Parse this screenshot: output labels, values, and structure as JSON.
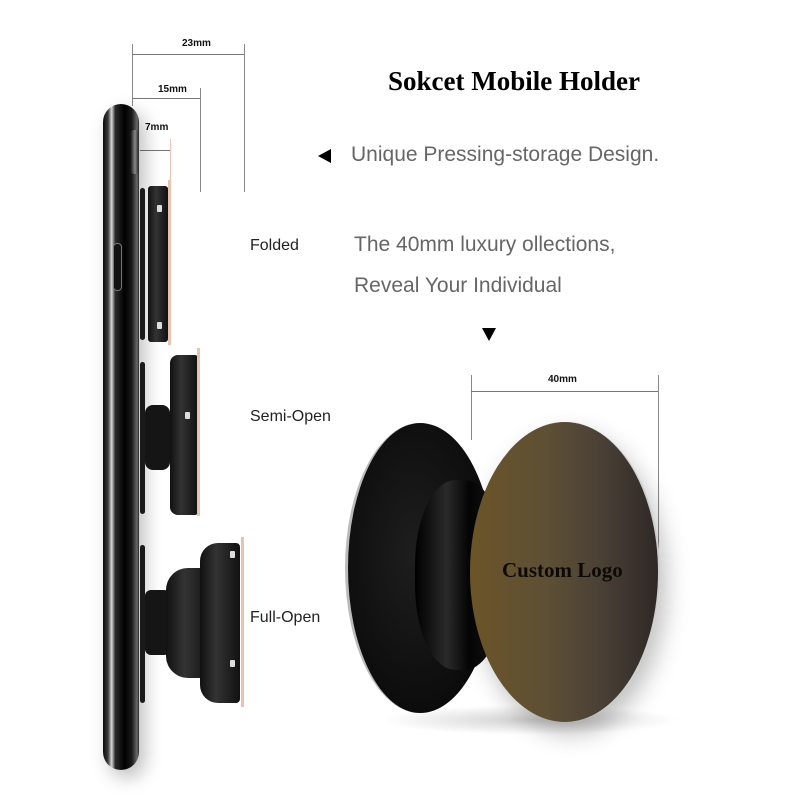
{
  "title": "Sokcet Mobile Holder",
  "features": {
    "pressing_storage": {
      "icon": "arrow-left-icon",
      "text": "Unique Pressing-storage Design."
    },
    "luxury_line1": "The 40mm luxury ollections,",
    "luxury_line2": "Reveal Your Individual",
    "down_icon": "arrow-down-icon"
  },
  "dimensions": {
    "d23": "23mm",
    "d15": "15mm",
    "d7": "7mm",
    "d40": "40mm"
  },
  "states": {
    "folded": "Folded",
    "semi_open": "Semi-Open",
    "full_open": "Full-Open"
  },
  "product": {
    "logo_text": "Custom Logo",
    "front_gradient_start": "#6b5427",
    "front_gradient_end": "#2e2826"
  }
}
